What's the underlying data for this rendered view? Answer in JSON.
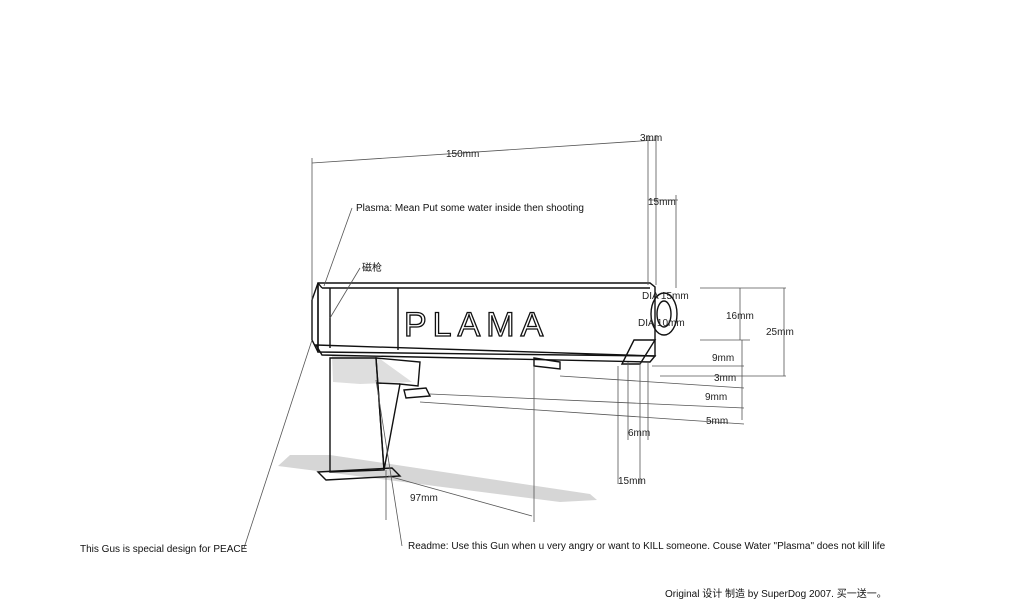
{
  "notes": {
    "plasma": "Plasma: Mean Put some water inside then shooting",
    "cn_label": "磁枪",
    "peace": "This Gus is special design for PEACE",
    "readme": "Readme: Use this Gun when u very angry or want to KILL someone. Couse Water \"Plasma\" does not kill life"
  },
  "barrel_text": "PLAMA",
  "dimensions": {
    "overall_length": "150mm",
    "top_3mm": "3mm",
    "top_15mm": "15mm",
    "dia_outer": "DIA 15mm",
    "dia_inner": "DIA 10mm",
    "h16": "16mm",
    "h25": "25mm",
    "h9a": "9mm",
    "h3": "3mm",
    "h9b": "9mm",
    "h5": "5mm",
    "w6": "6mm",
    "w15": "15mm",
    "grip97": "97mm"
  },
  "caption": "Original 设计 制造 by SuperDog 2007.  买一送一。",
  "colors": {
    "shadow": "#d6d6d6",
    "line": "#111111",
    "dim_line": "#555555"
  }
}
